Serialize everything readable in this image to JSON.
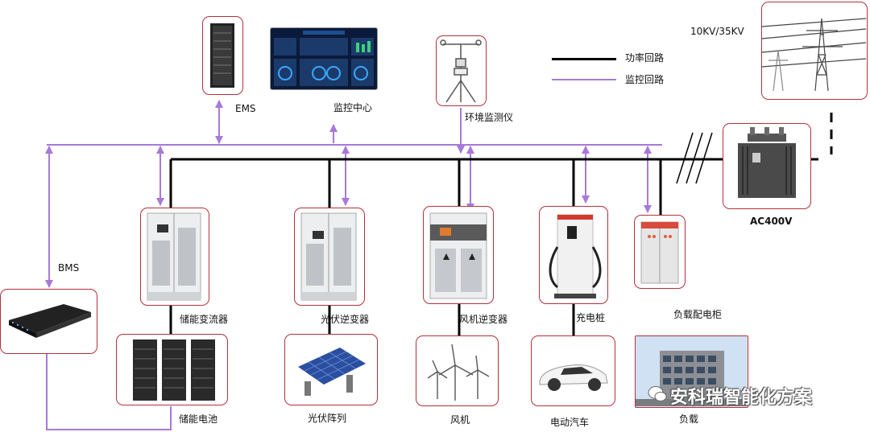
{
  "legend": {
    "power_label": "功率回路",
    "monitor_label": "监控回路",
    "power_color": "#000000",
    "monitor_color": "#a779d9"
  },
  "labels": {
    "ems": "EMS",
    "monitor_center": "监控中心",
    "env_monitor": "环境监测仪",
    "grid_voltage": "10KV/35KV",
    "ac400v": "AC400V",
    "bms": "BMS",
    "pcs": "储能变流器",
    "pv_inverter": "光伏逆变器",
    "wind_inverter": "风机逆变器",
    "charger": "充电桩",
    "load_cabinet": "负载配电柜",
    "battery": "储能电池",
    "pv_array": "光伏阵列",
    "wind_turbine": "风机",
    "ev": "电动汽车",
    "load": "负载"
  },
  "watermark": "安科瑞智能化方案"
}
